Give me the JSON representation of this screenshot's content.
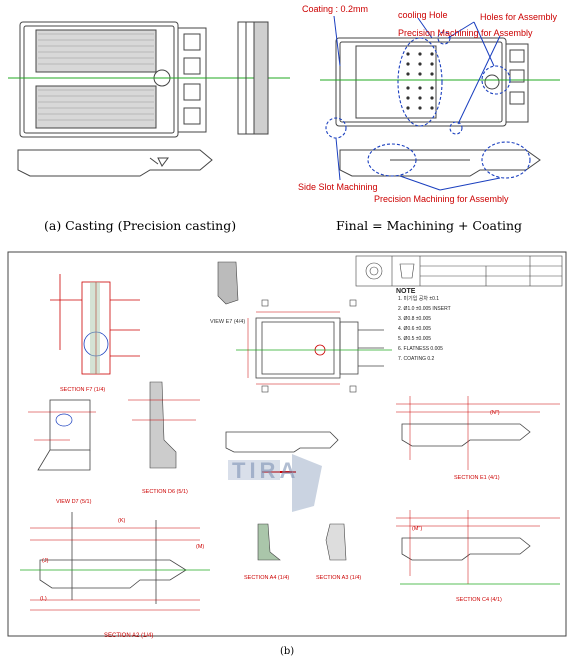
{
  "panel_a": {
    "caption_a": "(a) Casting (Precision casting)",
    "caption_final": "Final = Machining + Coating",
    "callouts": {
      "coating": "Coating : 0.2mm",
      "cooling_hole": "cooling Hole",
      "holes_assembly": "Holes for Assembly",
      "precision_machining": "Precision Machining for Assembly",
      "side_slot": "Side Slot Machining"
    }
  },
  "panel_b": {
    "caption": "(b)",
    "note_title": "NOTE",
    "watermark": "TIRA",
    "section_labels": {
      "section_ff": "SECTION  F7 (1/4)",
      "view_e": "VIEW  E7 (4/4)",
      "view_d": "VIEW  D7 (5/1)",
      "section_dd": "SECTION  D6 (5/1)",
      "section_a2": "SECTION  A2 (1/4)",
      "section_a4": "SECTION  A4 (1/4)",
      "section_a3": "SECTION  A3 (1/4)",
      "section_e": "SECTION  E1 (4/1)",
      "section_c": "SECTION  C4 (4/1)"
    }
  },
  "colors": {
    "drawing_red": "#cc0000",
    "callout_blue": "#1a3fbf",
    "centerline_green": "#22aa22",
    "outline_gray": "#444444"
  }
}
